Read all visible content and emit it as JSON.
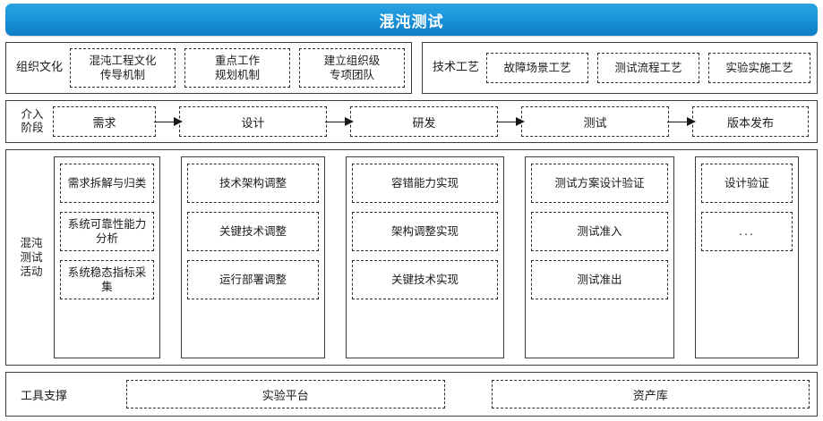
{
  "banner": {
    "title": "混沌测试",
    "accent_color": "#1b95dc",
    "text_color": "#ffffff"
  },
  "culture": {
    "label": "组织文化",
    "items": [
      {
        "label": "混沌工程文化\n传导机制"
      },
      {
        "label": "重点工作\n规划机制"
      },
      {
        "label": "建立组织级\n专项团队"
      }
    ]
  },
  "craft": {
    "label": "技术工艺",
    "items": [
      {
        "label": "故障场景工艺"
      },
      {
        "label": "测试流程工艺"
      },
      {
        "label": "实验实施工艺"
      }
    ]
  },
  "stages": {
    "label": "介入\n阶段",
    "items": [
      {
        "label": "需求"
      },
      {
        "label": "设计"
      },
      {
        "label": "研发"
      },
      {
        "label": "测试"
      },
      {
        "label": "版本发布"
      }
    ],
    "arrow_icon": "arrow-right-icon"
  },
  "activities": {
    "label": "混沌\n测试\n活动",
    "columns": [
      {
        "name": "requirement-activities",
        "items": [
          {
            "label": "需求拆解与归类"
          },
          {
            "label": "系统可靠性能力\n分析"
          },
          {
            "label": "系统稳态指标采\n集"
          }
        ]
      },
      {
        "name": "design-activities",
        "items": [
          {
            "label": "技术架构调整"
          },
          {
            "label": "关键技术调整"
          },
          {
            "label": "运行部署调整"
          }
        ]
      },
      {
        "name": "development-activities",
        "items": [
          {
            "label": "容错能力实现"
          },
          {
            "label": "架构调整实现"
          },
          {
            "label": "关键技术实现"
          }
        ]
      },
      {
        "name": "test-activities",
        "items": [
          {
            "label": "测试方案设计验证"
          },
          {
            "label": "测试准入"
          },
          {
            "label": "测试准出"
          }
        ]
      },
      {
        "name": "release-activities",
        "items": [
          {
            "label": "设计验证"
          },
          {
            "label": "..."
          }
        ]
      }
    ]
  },
  "tools": {
    "label": "工具支撑",
    "items": [
      {
        "label": "实验平台"
      },
      {
        "label": "资产库"
      }
    ]
  }
}
